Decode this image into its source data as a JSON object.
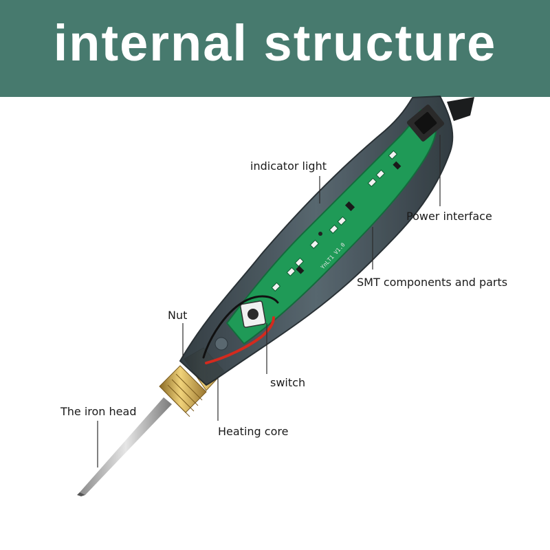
{
  "title": "internal structure",
  "colors": {
    "banner": "#477a6e",
    "title_text": "#ffffff",
    "housing": "#3d4a52",
    "pcb": "#1f9a57",
    "brass": "#c8a04a",
    "tip": "#b8b8b8",
    "wire_red": "#d42a1e",
    "wire_black": "#111111"
  },
  "labels": {
    "indicator_light": "indicator light",
    "power_interface": "Power interface",
    "smt_components": "SMT components and parts",
    "nut": "Nut",
    "switch": "switch",
    "iron_head": "The iron head",
    "heating_core": "Heating core"
  },
  "pcb_marking": "YnLT1 V1.0"
}
